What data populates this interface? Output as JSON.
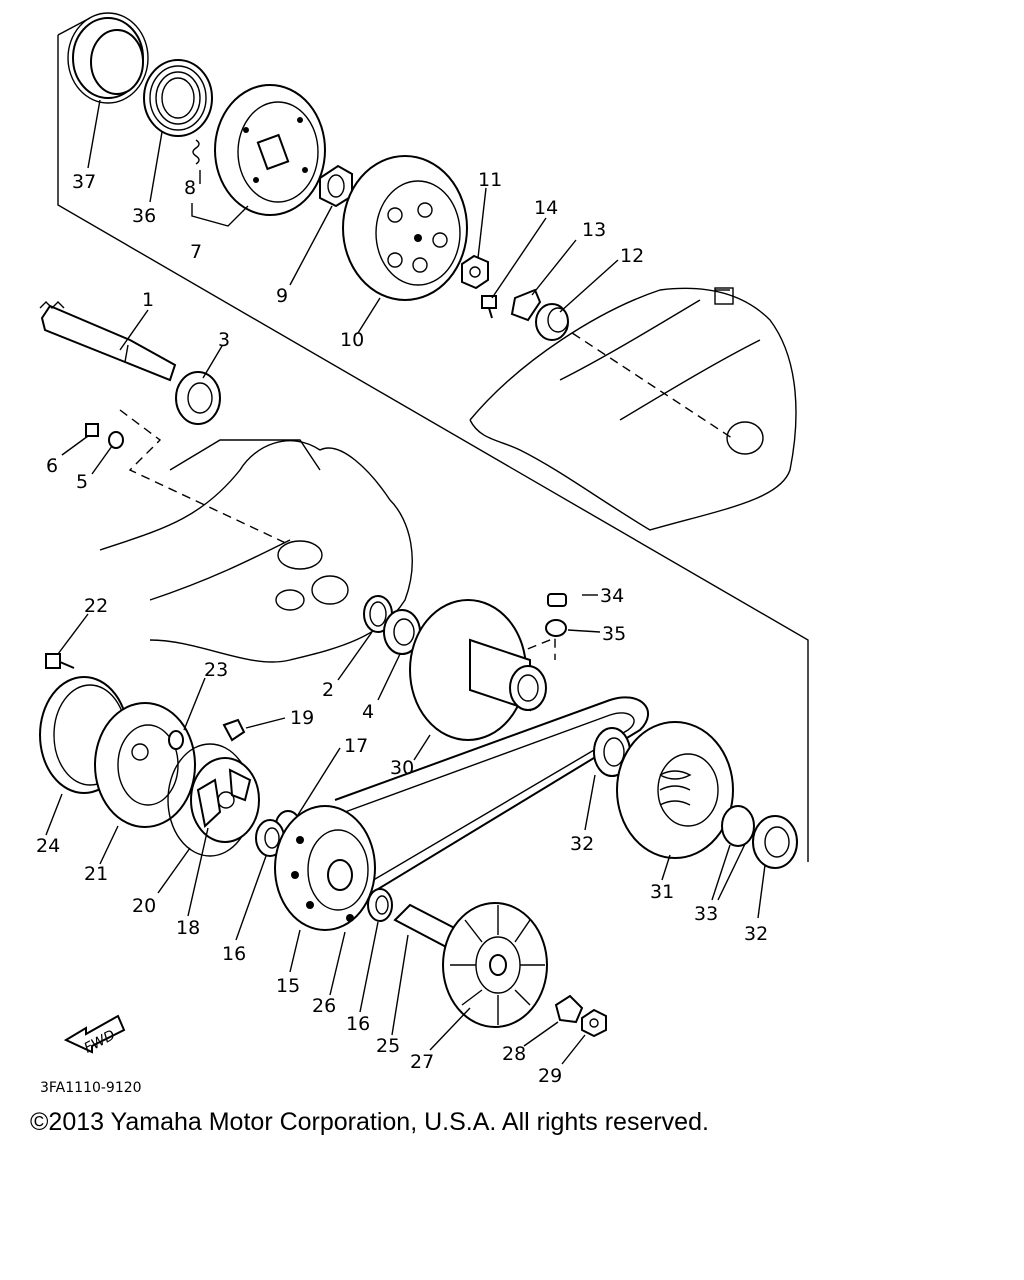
{
  "diagram": {
    "drawing_code": "3FA1110-9120",
    "direction_marker": "FWD",
    "callouts": [
      {
        "id": "c1",
        "text": "1"
      },
      {
        "id": "c2",
        "text": "2"
      },
      {
        "id": "c3",
        "text": "3"
      },
      {
        "id": "c4",
        "text": "4"
      },
      {
        "id": "c5",
        "text": "5"
      },
      {
        "id": "c6",
        "text": "6"
      },
      {
        "id": "c7",
        "text": "7"
      },
      {
        "id": "c8",
        "text": "8"
      },
      {
        "id": "c9",
        "text": "9"
      },
      {
        "id": "c10",
        "text": "10"
      },
      {
        "id": "c11",
        "text": "11"
      },
      {
        "id": "c12",
        "text": "12"
      },
      {
        "id": "c13",
        "text": "13"
      },
      {
        "id": "c14",
        "text": "14"
      },
      {
        "id": "c15",
        "text": "15"
      },
      {
        "id": "c16a",
        "text": "16"
      },
      {
        "id": "c16b",
        "text": "16"
      },
      {
        "id": "c17",
        "text": "17"
      },
      {
        "id": "c18",
        "text": "18"
      },
      {
        "id": "c19",
        "text": "19"
      },
      {
        "id": "c20",
        "text": "20"
      },
      {
        "id": "c21",
        "text": "21"
      },
      {
        "id": "c22",
        "text": "22"
      },
      {
        "id": "c23",
        "text": "23"
      },
      {
        "id": "c24",
        "text": "24"
      },
      {
        "id": "c25",
        "text": "25"
      },
      {
        "id": "c26",
        "text": "26"
      },
      {
        "id": "c27",
        "text": "27"
      },
      {
        "id": "c28",
        "text": "28"
      },
      {
        "id": "c29",
        "text": "29"
      },
      {
        "id": "c30",
        "text": "30"
      },
      {
        "id": "c31",
        "text": "31"
      },
      {
        "id": "c32a",
        "text": "32"
      },
      {
        "id": "c32b",
        "text": "32"
      },
      {
        "id": "c33",
        "text": "33"
      },
      {
        "id": "c34",
        "text": "34"
      },
      {
        "id": "c35",
        "text": "35"
      },
      {
        "id": "c36",
        "text": "36"
      },
      {
        "id": "c37",
        "text": "37"
      }
    ]
  },
  "footer": {
    "copyright": "©2013 Yamaha Motor Corporation, U.S.A. All rights reserved."
  }
}
